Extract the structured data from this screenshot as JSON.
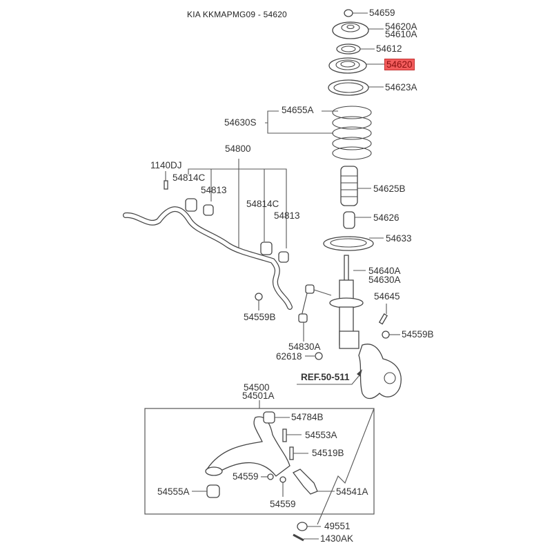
{
  "title": "KIA KKMAPMG09 - 54620",
  "highlight_color": "#f25c5c",
  "ref_label": "REF.50-511",
  "labels": {
    "p54659": "54659",
    "p54620A": "54620A",
    "p54610A": "54610A",
    "p54612": "54612",
    "p54620": "54620",
    "p54623A": "54623A",
    "p54655A": "54655A",
    "p54630S": "54630S",
    "p54800": "54800",
    "p1140DJ": "1140DJ",
    "p54814C_1": "54814C",
    "p54813_1": "54813",
    "p54814C_2": "54814C",
    "p54813_2": "54813",
    "p54625B": "54625B",
    "p54626": "54626",
    "p54633": "54633",
    "p54640A": "54640A",
    "p54630A": "54630A",
    "p54645": "54645",
    "p54559B_1": "54559B",
    "p54559B_2": "54559B",
    "p54830A": "54830A",
    "p62618": "62618",
    "p54500": "54500",
    "p54501A": "54501A",
    "p54784B": "54784B",
    "p54553A": "54553A",
    "p54519B": "54519B",
    "p54559_1": "54559",
    "p54559_2": "54559",
    "p54555A": "54555A",
    "p54541A": "54541A",
    "p49551": "49551",
    "p1430AK": "1430AK"
  }
}
